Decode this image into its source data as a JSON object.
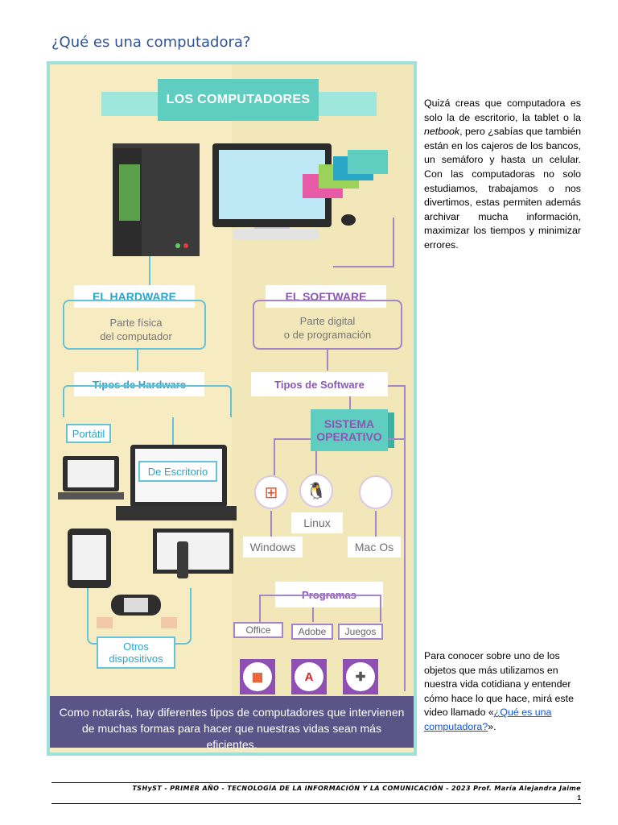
{
  "page": {
    "title": "¿Qué es una computadora?"
  },
  "infographic": {
    "header": "LOS COMPUTADORES",
    "hardware": {
      "title": "EL HARDWARE",
      "subtitle_line1": "Parte física",
      "subtitle_line2": "del computador",
      "types": "Tipos de Hardware",
      "laptop": "Portátil",
      "desktop": "De Escritorio",
      "other_line1": "Otros",
      "other_line2": "dispositivos"
    },
    "software": {
      "title": "EL SOFTWARE",
      "subtitle_line1": "Parte digital",
      "subtitle_line2": "o de programación",
      "types": "Tipos de Software",
      "os_line1": "SISTEMA",
      "os_line2": "OPERATIVO",
      "windows": "Windows",
      "linux": "Linux",
      "macos": "Mac Os",
      "programs": "Programas",
      "office": "Office",
      "adobe": "Adobe",
      "games": "Juegos"
    },
    "banner_line1": "Como notarás, hay diferentes tipos de computadores que intervienen",
    "banner_line2": "de muchas formas para hacer que nuestras vidas sean más eficientes."
  },
  "side_text_1": {
    "part1": "Quizá creas que computadora es solo la de escritorio, la tablet o la ",
    "italic": "netbook",
    "part2": ", pero ¿sabías que también están en los cajeros de los bancos, un semáforo y hasta un celular. Con las computadoras no solo estudiamos, trabajamos o nos divertimos, estas permiten además archivar mucha información, maximizar los tiempos y minimizar errores."
  },
  "side_text_2": {
    "part1": "Para conocer sobre uno de los objetos que más utilizamos en nuestra vida cotidiana y entender cómo hace lo que hace, mirá este video llamado «",
    "link": "¿Qué es una computadora?",
    "part2": "»."
  },
  "footer": {
    "text": "TSHyST - PRIMER AÑO - TECNOLOGÍA DE LA INFORMACIÓN Y LA COMUNICACIÓN - 2023 Prof. María Alejandra Jaime",
    "page_number": "1"
  },
  "colors": {
    "title_blue": "#2f5496",
    "teal": "#5fcdbf",
    "purple": "#8d56b5",
    "banner": "#5a5488",
    "link": "#1155cc"
  }
}
